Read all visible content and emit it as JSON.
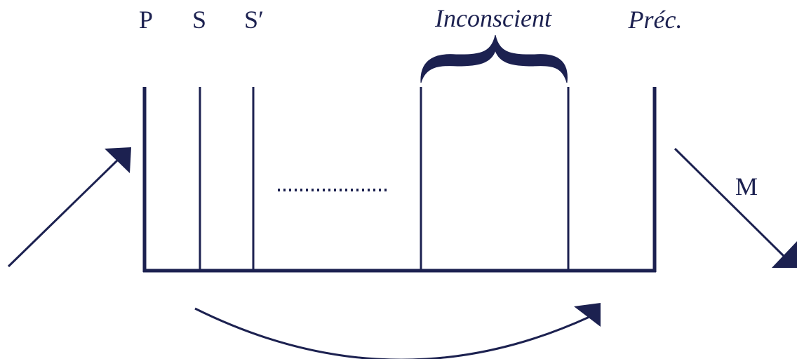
{
  "labels": {
    "p": "P",
    "s": "S",
    "s_prime": "S′",
    "inconscient": "Inconscient",
    "prec": "Préc.",
    "m": "M"
  },
  "colors": {
    "ink": "#1c2150",
    "background": "#ffffff"
  }
}
